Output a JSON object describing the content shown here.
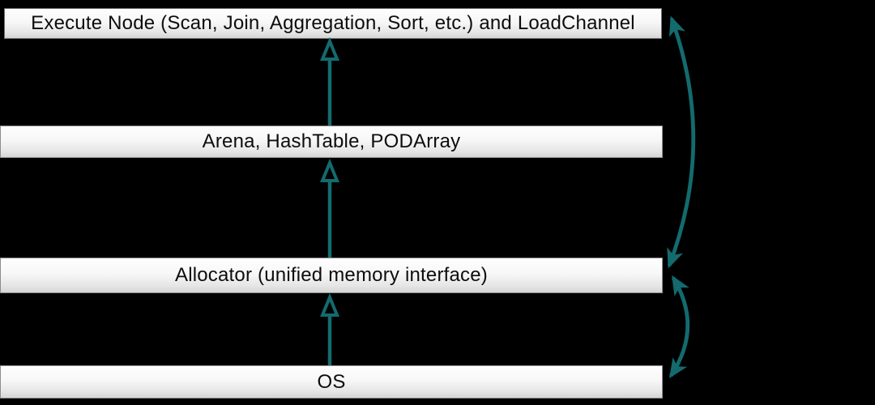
{
  "diagram": {
    "title": "memory-layering-architecture",
    "background_color": "#000000",
    "accent_color": "#136b6e",
    "bar_text_color": "#0d0d0d",
    "layers": [
      {
        "id": "execute-node",
        "label": "Execute Node (Scan, Join, Aggregation, Sort, etc.) and LoadChannel"
      },
      {
        "id": "arena",
        "label": "Arena, HashTable, PODArray"
      },
      {
        "id": "allocator",
        "label": "Allocator (unified memory interface)"
      },
      {
        "id": "os",
        "label": "OS"
      }
    ],
    "vertical_arrows": [
      {
        "id": "os-to-allocator",
        "from": "os",
        "to": "allocator",
        "direction": "up"
      },
      {
        "id": "allocator-to-arena",
        "from": "allocator",
        "to": "arena",
        "direction": "up"
      },
      {
        "id": "arena-to-execute",
        "from": "arena",
        "to": "execute-node",
        "direction": "up"
      }
    ],
    "curved_arrows": [
      {
        "id": "execute-allocator-link",
        "between": [
          "execute-node",
          "allocator"
        ],
        "double_headed": true
      },
      {
        "id": "allocator-os-link",
        "between": [
          "allocator",
          "os"
        ],
        "double_headed": true
      }
    ]
  }
}
